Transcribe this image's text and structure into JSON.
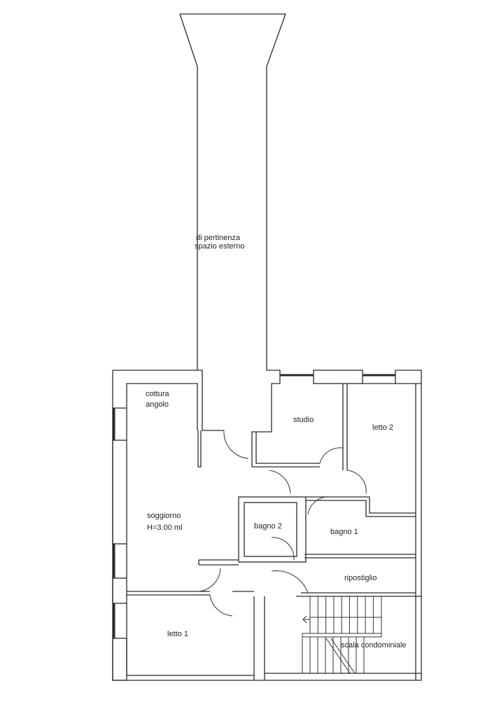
{
  "rooms": {
    "exterior_line1": "di pertinenza",
    "exterior_line2": "spazio esterno",
    "kitchen_line1": "cottura",
    "kitchen_line2": "angolo",
    "studio": "studio",
    "bedroom2": "letto 2",
    "living": "soggiorno",
    "living_height": "H=3.00 ml",
    "bathroom2": "bagno 2",
    "bathroom1": "bagno 1",
    "storage": "ripostiglio",
    "bedroom1": "letto 1",
    "stairs": "scala condominiale"
  }
}
